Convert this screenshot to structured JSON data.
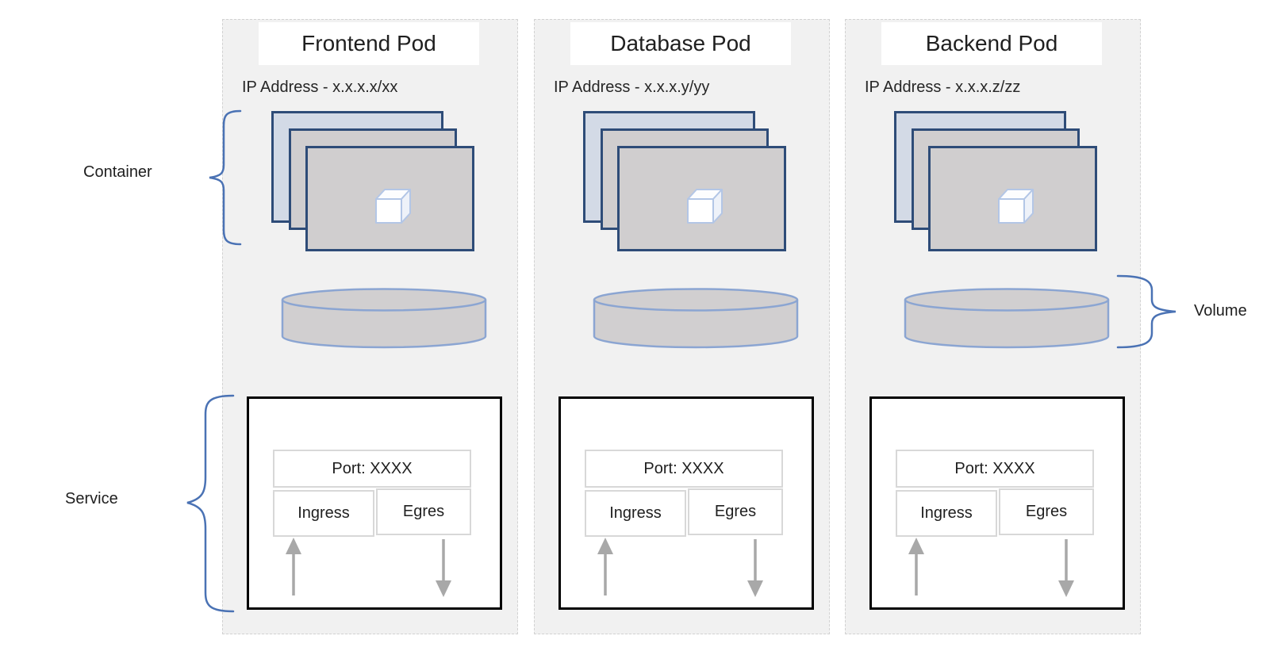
{
  "diagram": {
    "labels": {
      "container": "Container",
      "service": "Service",
      "volume": "Volume"
    },
    "pods": [
      {
        "title": "Frontend Pod",
        "ip": "IP Address - x.x.x.x/xx",
        "port": "Port: XXXX",
        "ingress": "Ingress",
        "egress": "Egres"
      },
      {
        "title": "Database Pod",
        "ip": "IP Address - x.x.x.y/yy",
        "port": "Port: XXXX",
        "ingress": "Ingress",
        "egress": "Egres"
      },
      {
        "title": "Backend Pod",
        "ip": "IP Address - x.x.x.z/zz",
        "port": "Port: XXXX",
        "ingress": "Ingress",
        "egress": "Egres"
      }
    ],
    "colors": {
      "pod_background": "#f1f1f1",
      "pod_border_dashed": "#d2d2d2",
      "container_border": "#2e4c78",
      "container_back_fill": "#d3dae6",
      "container_fill": "#d0cecf",
      "cube_outline": "#b3c6e6",
      "cylinder_fill": "#d1cfd0",
      "cylinder_border": "#8ba5d2",
      "brace": "#4a72b4",
      "arrow": "#a8a8a8",
      "service_border": "#000000",
      "inner_box_border": "#d8d8d8"
    }
  }
}
